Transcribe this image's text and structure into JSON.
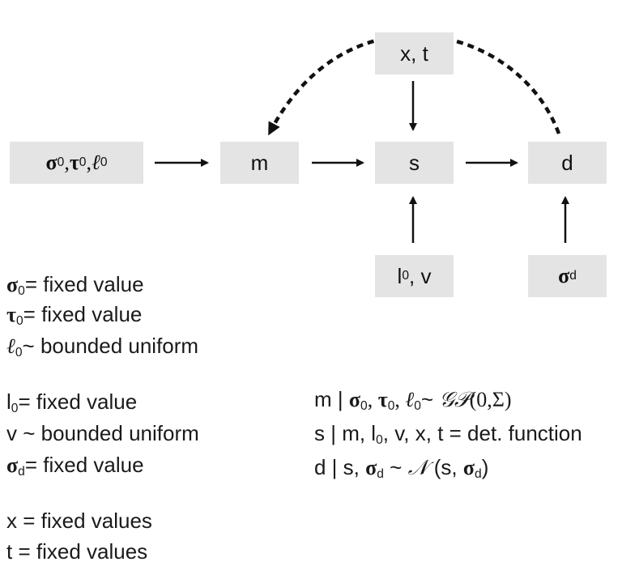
{
  "nodes": {
    "hyper": {
      "sigma": "σ",
      "tau": "τ",
      "ell": "ℓ",
      "sub": "0",
      "sep": ", "
    },
    "m": "m",
    "s": "s",
    "d": "d",
    "xt": "x, t",
    "l0v": {
      "l": "l",
      "sub": "0",
      "rest": ", v"
    },
    "sigmad": {
      "sym": "σ",
      "sub": "d"
    }
  },
  "definitions": [
    {
      "sym": "σ",
      "sub": "0",
      "text": "= fixed value"
    },
    {
      "sym": "τ",
      "sub": "0",
      "text": "=  fixed value"
    },
    {
      "sym": "ℓ",
      "sub": "0",
      "text": "~  bounded uniform"
    },
    {
      "sym": "l",
      "sub": "0",
      "text": "=  fixed value"
    },
    {
      "sym": "v",
      "sub": "",
      "text": " ~ bounded uniform"
    },
    {
      "sym": "σ",
      "sub": "d",
      "text": "= fixed value"
    },
    {
      "sym": "x",
      "sub": "",
      "text": " = fixed values"
    },
    {
      "sym": "t",
      "sub": "",
      "text": " =  fixed values"
    }
  ],
  "conditionals": {
    "m": {
      "lhs": "m | ",
      "sigma": "σ",
      "tau": "τ",
      "ell": "ℓ",
      "sub": "0",
      "sep": ", ",
      "tilde": "~ ",
      "gp": "𝒢𝒫",
      "args": "(0,Σ)"
    },
    "s": {
      "lhs": "s | m, l",
      "sub": "0",
      "rest": ", v, x, t = det. function"
    },
    "d": {
      "lhs": "d | s, ",
      "sigma": "σ",
      "sub": "d",
      "tilde": " ~ ",
      "normal": "𝒩",
      "args_open": " (s, ",
      "args_close": ")"
    }
  }
}
